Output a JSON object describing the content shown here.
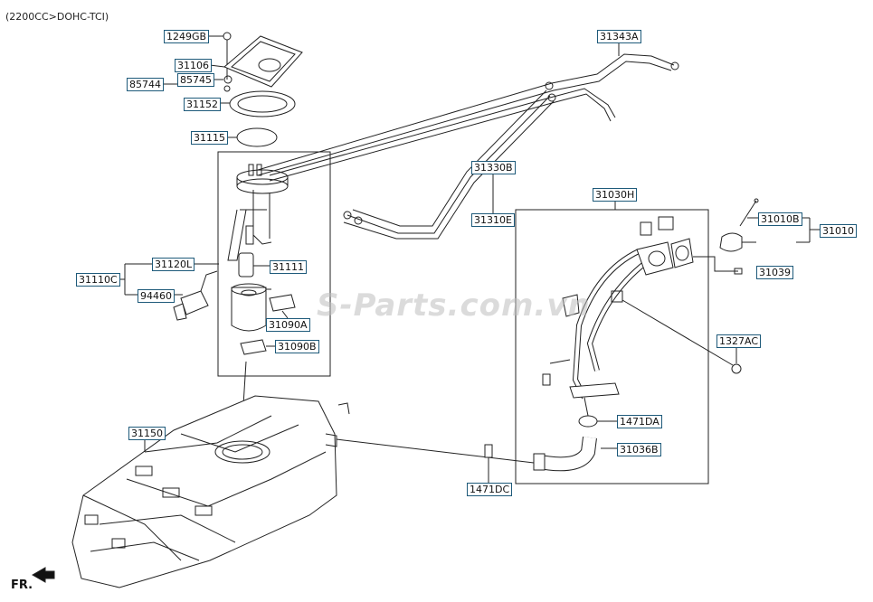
{
  "header": {
    "engine_spec": "(2200CC>DOHC-TCI)"
  },
  "footer": {
    "front_indicator": "FR."
  },
  "watermark": {
    "text": "S-Parts.com.vn"
  },
  "parts": {
    "p1249GB": "1249GB",
    "p31106": "31106",
    "p85744": "85744",
    "p85745": "85745",
    "p31152": "31152",
    "p31115": "31115",
    "p31343A": "31343A",
    "p31330B": "31330B",
    "p31310E": "31310E",
    "p31030H": "31030H",
    "p31010B": "31010B",
    "p31010": "31010",
    "p31039": "31039",
    "p31120L": "31120L",
    "p31110C": "31110C",
    "p94460": "94460",
    "p31111": "31111",
    "p31090A": "31090A",
    "p31090B": "31090B",
    "p1327AC": "1327AC",
    "p1471DA": "1471DA",
    "p31036B": "31036B",
    "p31150": "31150",
    "p1471DC": "1471DC"
  }
}
